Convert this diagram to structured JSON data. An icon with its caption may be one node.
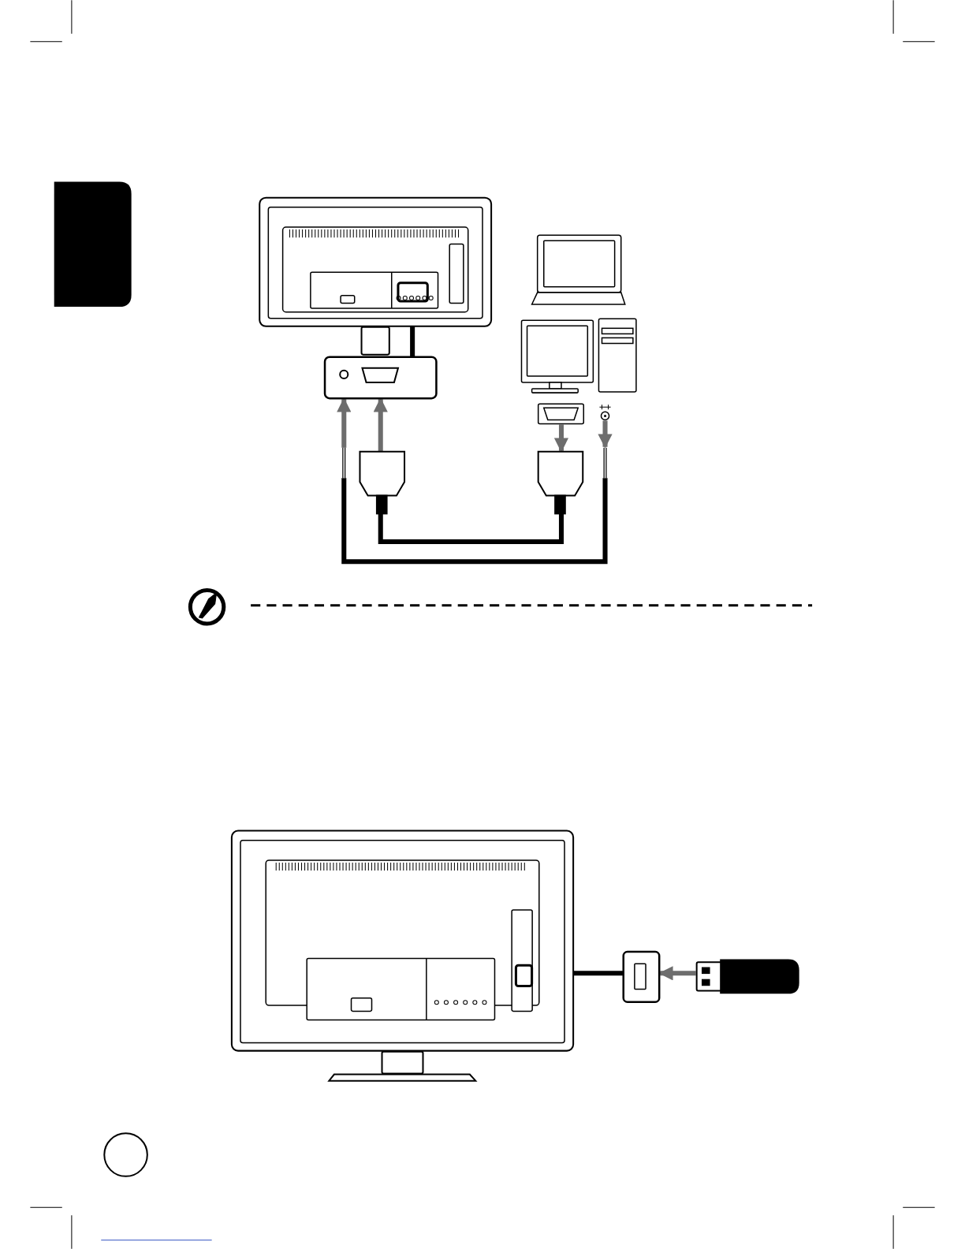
{
  "diagram": {
    "nodes": [
      {
        "text": [],
        "shape": "monitor"
      },
      {
        "text": [],
        "shape": "box"
      },
      {
        "text": [],
        "shape": "laptop"
      },
      {
        "text": [],
        "shape": "computer"
      },
      {
        "text": [],
        "shape": "port"
      },
      {
        "text": [],
        "shape": "port"
      },
      {
        "text": [],
        "shape": "plug"
      },
      {
        "text": [],
        "shape": "plug"
      },
      {
        "text": [],
        "shape": "plug"
      },
      {
        "text": [],
        "shape": "plug"
      },
      {
        "text": [],
        "shape": "monitor"
      },
      {
        "text": [],
        "shape": "port"
      },
      {
        "text": [],
        "shape": "drive"
      },
      {
        "text": [],
        "shape": "tab"
      }
    ],
    "edges": [
      {
        "from": 6,
        "to": 1,
        "arrow": "to"
      },
      {
        "from": 7,
        "to": 1,
        "arrow": "to"
      },
      {
        "from": 4,
        "to": 8,
        "arrow": "to"
      },
      {
        "from": 5,
        "to": 9,
        "arrow": "to"
      },
      {
        "from": 6,
        "to": 9,
        "arrow": "none",
        "color": "#000000"
      },
      {
        "from": 7,
        "to": 8,
        "arrow": "none",
        "color": "#000000"
      },
      {
        "from": 1,
        "to": 0,
        "arrow": "none",
        "color": "#000000"
      },
      {
        "from": 12,
        "to": 11,
        "arrow": "to"
      },
      {
        "from": 11,
        "to": 10,
        "arrow": "none",
        "color": "#000000"
      }
    ]
  }
}
